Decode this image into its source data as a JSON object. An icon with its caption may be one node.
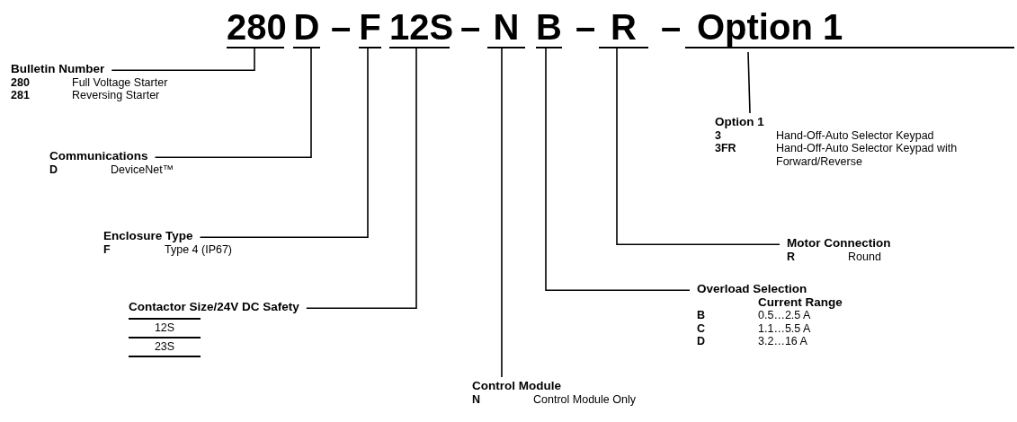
{
  "diagram": {
    "nodes": [
      {
        "text": [
          "280"
        ]
      },
      {
        "text": [
          "D"
        ]
      },
      {
        "text": [
          "F"
        ]
      },
      {
        "text": [
          "12S"
        ]
      },
      {
        "text": [
          "N"
        ]
      },
      {
        "text": [
          "B"
        ]
      },
      {
        "text": [
          "R"
        ]
      },
      {
        "text": [
          "Option 1"
        ]
      },
      {
        "text": [
          "Bulletin Number",
          "280",
          "Full Voltage Starter",
          "281",
          "Reversing Starter"
        ]
      },
      {
        "text": [
          "Communications",
          "D",
          "DeviceNet™"
        ]
      },
      {
        "text": [
          "Enclosure Type",
          "F",
          "Type 4 (IP67)"
        ]
      },
      {
        "text": [
          "Contactor Size/24V DC Safety",
          "12S",
          "23S"
        ]
      },
      {
        "text": [
          "Control Module",
          "N",
          "Control Module Only"
        ]
      },
      {
        "text": [
          "Overload Selection",
          "Current Range",
          "B",
          "0.5…2.5 A",
          "C",
          "1.1…5.5 A",
          "D",
          "3.2…16 A"
        ]
      },
      {
        "text": [
          "Motor Connection",
          "R",
          "Round"
        ]
      },
      {
        "text": [
          "Option 1",
          "3",
          "Hand-Off-Auto Selector Keypad",
          "3FR",
          "Hand-Off-Auto Selector Keypad with Forward/Reverse"
        ]
      }
    ],
    "edges": [
      {
        "from": 0,
        "to": 8,
        "arrow": "none"
      },
      {
        "from": 1,
        "to": 9,
        "arrow": "none"
      },
      {
        "from": 2,
        "to": 10,
        "arrow": "none"
      },
      {
        "from": 3,
        "to": 11,
        "arrow": "none"
      },
      {
        "from": 4,
        "to": 12,
        "arrow": "none"
      },
      {
        "from": 5,
        "to": 13,
        "arrow": "none"
      },
      {
        "from": 6,
        "to": 14,
        "arrow": "none"
      },
      {
        "from": 7,
        "to": 15,
        "arrow": "none"
      }
    ],
    "labels": [
      "–",
      "–",
      "–",
      "–"
    ]
  }
}
